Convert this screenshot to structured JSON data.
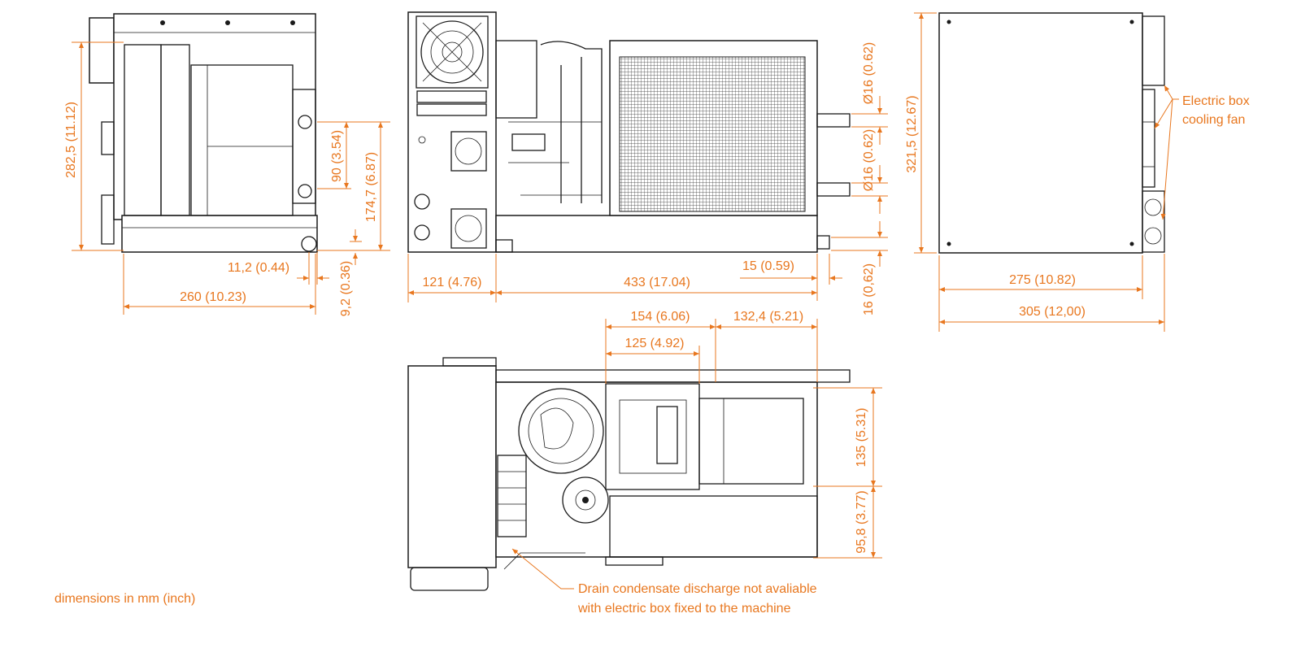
{
  "colors": {
    "dimension": "#e8771f",
    "line": "#1a1a1a",
    "background": "#ffffff"
  },
  "left_view": {
    "height_overall": "282,5 (11.12)",
    "height_port": "174,7 (6.87)",
    "port_spacing": "90 (3.54)",
    "port_offset": "11,2 (0.44)",
    "bottom_offset": "9,2 (0.36)",
    "width": "260 (10.23)"
  },
  "front_view": {
    "pipe_diameter_top": "Ø16 (0.62)",
    "pipe_diameter_bottom": "Ø16 (0.62)",
    "box_width": "121 (4.76)",
    "main_width": "433 (17.04)",
    "pipe_protrusion": "15 (0.59)",
    "bottom_height": "16 (0,62)"
  },
  "right_view": {
    "height": "321,5 (12.67)",
    "width_inner": "275 (10.82)",
    "width_overall": "305 (12,00)",
    "callout_line1": "Electric box",
    "callout_line2": "cooling fan"
  },
  "top_view": {
    "dim_154": "154 (6.06)",
    "dim_132": "132,4 (5.21)",
    "dim_125": "125 (4.92)",
    "dim_135": "135 (5.31)",
    "dim_95": "95,8 (3.77)",
    "callout_line1": "Drain condensate discharge not avaliable",
    "callout_line2": "with electric box fixed to the machine"
  },
  "units_note": "dimensions in mm (inch)"
}
